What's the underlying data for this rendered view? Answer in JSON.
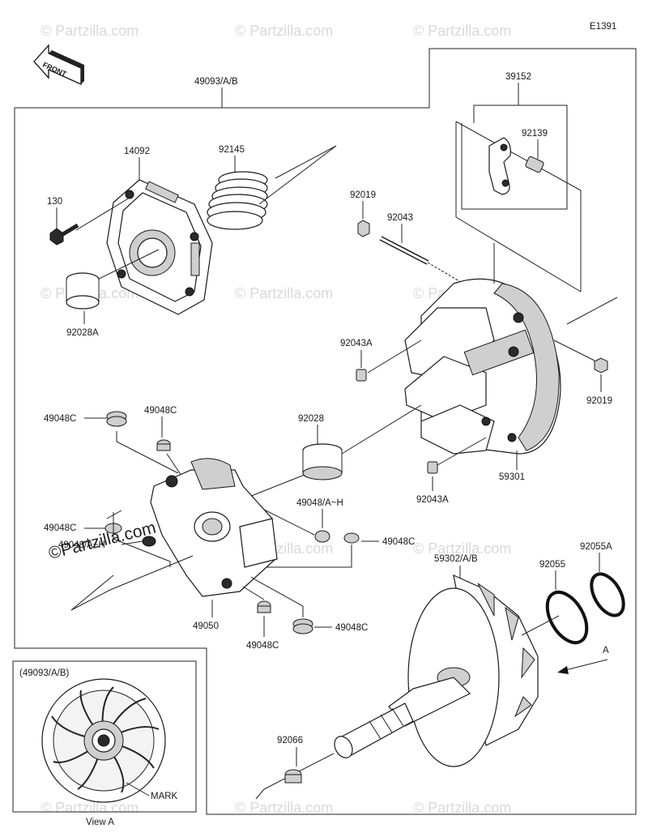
{
  "diagram_code": "E1391",
  "front_label": "FRONT",
  "watermark": "© Partzilla.com",
  "watermark_large": "©Partzilla.com",
  "labels": {
    "assy": "49093/A/B",
    "p39152": "39152",
    "p92139": "92139",
    "p14092": "14092",
    "p92145": "92145",
    "p130": "130",
    "p92019_top": "92019",
    "p92043": "92043",
    "p92028A": "92028A",
    "p92043A_top": "92043A",
    "p92019_right": "92019",
    "p92028": "92028",
    "p49048C_a": "49048C",
    "p49048C_b": "49048C",
    "p49048C_c": "49048C",
    "p49048AH_left": "49048/A~H",
    "p49048AH_mid": "49048/A~H",
    "p49048C_d": "49048C",
    "p59301": "59301",
    "p92043A_bottom": "92043A",
    "p59302": "59302/A/B",
    "p92055": "92055",
    "p92055A": "92055A",
    "p49050": "49050",
    "p49048C_e": "49048C",
    "p49048C_f": "49048C",
    "arrow_a": "A",
    "p92066": "92066",
    "view_box_title": "(49093/A/B)",
    "mark": "MARK",
    "view_a": "View A"
  }
}
